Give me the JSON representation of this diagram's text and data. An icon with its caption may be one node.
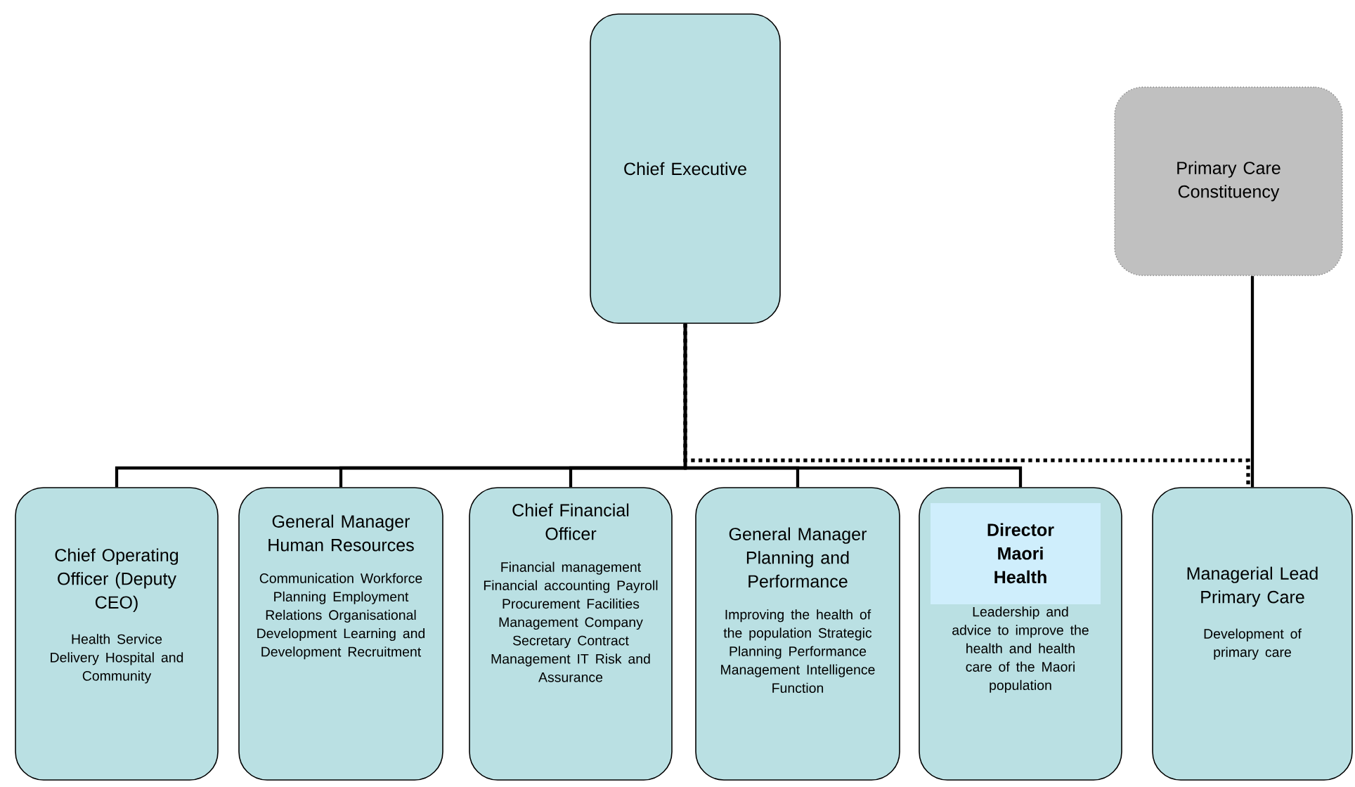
{
  "diagram": {
    "nodes": [
      {
        "text": [
          "Chief Executive"
        ]
      },
      {
        "text": [
          "Primary Care Constituency"
        ]
      },
      {
        "text": [
          "Chief Operating Officer (Deputy CEO)",
          "Health Service Delivery Hospital and Community"
        ]
      },
      {
        "text": [
          "General Manager Human Resources",
          "Communication Workforce Planning Employment Relations Organisational Development Learning and Development Recruitment"
        ]
      },
      {
        "text": [
          "Chief Financial Officer",
          "Financial management Financial accounting Payroll Procurement Facilities Management Company Secretary Contract Management IT Risk and Assurance"
        ]
      },
      {
        "text": [
          "General Manager Planning and Performance",
          "Improving the health of the population Strategic Planning Performance Management Intelligence Function"
        ]
      },
      {
        "text": [
          "Director Maori Health",
          "Leadership and advice to improve the health and health care of the Maori population"
        ]
      },
      {
        "text": [
          "Managerial Lead Primary Care",
          "Development of primary care"
        ]
      }
    ],
    "edges": [
      {
        "from": 0,
        "to": 2,
        "arrow": "none"
      },
      {
        "from": 0,
        "to": 3,
        "arrow": "none"
      },
      {
        "from": 0,
        "to": 4,
        "arrow": "none"
      },
      {
        "from": 0,
        "to": 5,
        "arrow": "none"
      },
      {
        "from": 0,
        "to": 6,
        "arrow": "none"
      },
      {
        "from": 0,
        "to": 7,
        "arrow": "none",
        "style": "dashed"
      },
      {
        "from": 1,
        "to": 7,
        "arrow": "none"
      }
    ]
  }
}
